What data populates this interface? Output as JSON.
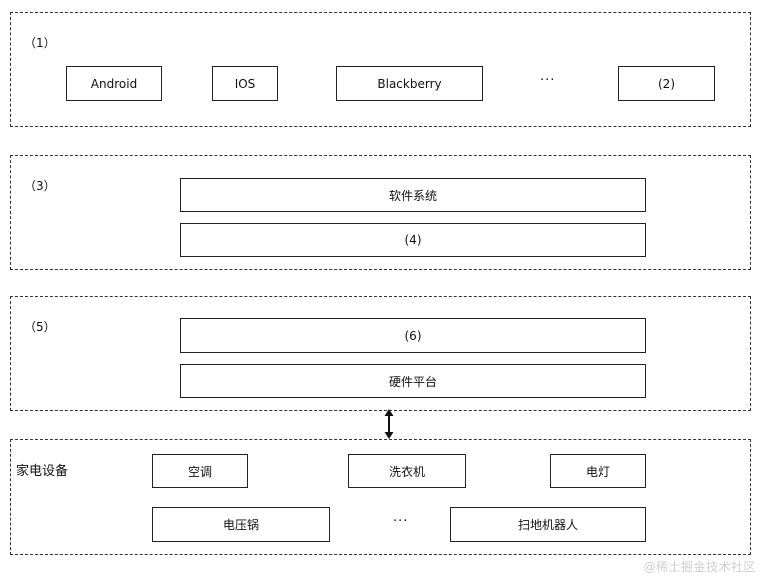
{
  "group1": {
    "label": "（1）",
    "items": [
      "Android",
      "IOS",
      "Blackberry",
      "(2)"
    ],
    "ellipsis": "···"
  },
  "group2": {
    "label": "（3）",
    "items": [
      "软件系统",
      "(4)"
    ]
  },
  "group3": {
    "label": "（5）",
    "items": [
      "(6)",
      "硬件平台"
    ]
  },
  "group4": {
    "label": "家电设备",
    "row1": [
      "空调",
      "洗衣机",
      "电灯"
    ],
    "row2": [
      "电压锅",
      "扫地机器人"
    ],
    "ellipsis": "···"
  },
  "watermark": "@稀土掘金技术社区"
}
